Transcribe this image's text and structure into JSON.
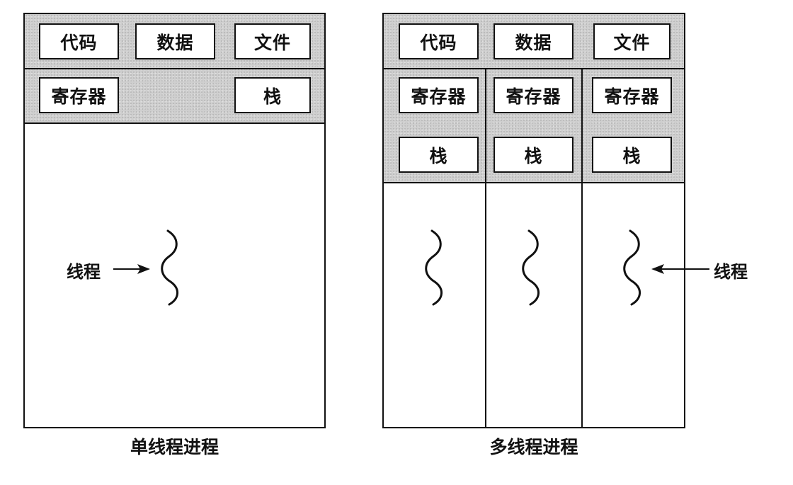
{
  "single_process": {
    "caption": "单线程进程",
    "shared": {
      "code": "代码",
      "data": "数据",
      "files": "文件"
    },
    "registers": "寄存器",
    "stack": "栈",
    "thread_label": "线程"
  },
  "multi_process": {
    "caption": "多线程进程",
    "shared": {
      "code": "代码",
      "data": "数据",
      "files": "文件"
    },
    "threads": [
      {
        "registers": "寄存器",
        "stack": "栈"
      },
      {
        "registers": "寄存器",
        "stack": "栈"
      },
      {
        "registers": "寄存器",
        "stack": "栈"
      }
    ],
    "thread_label": "线程"
  }
}
